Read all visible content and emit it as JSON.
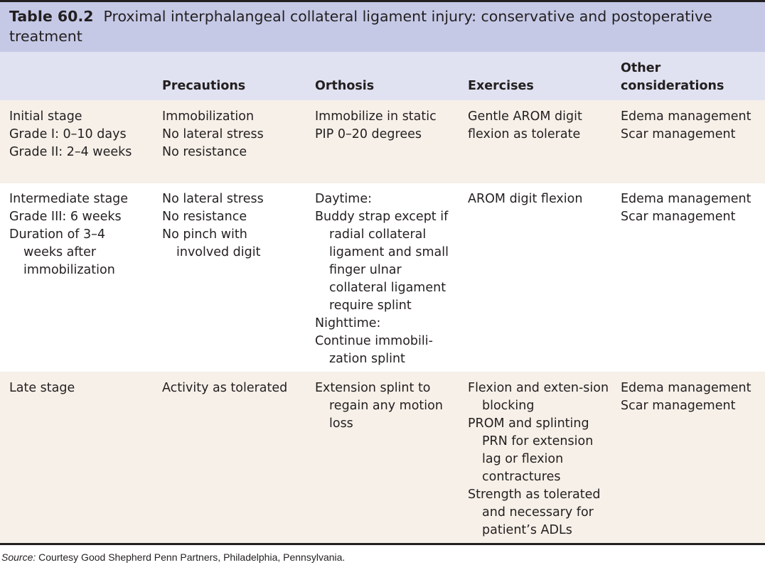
{
  "table": {
    "label": "Table 60.2",
    "title": "Proximal interphalangeal collateral ligament injury: conservative and postoperative treatment",
    "columns": [
      "",
      "Precautions",
      "Orthosis",
      "Exercises",
      "Other considerations"
    ],
    "rows": [
      [
        [
          "Initial stage",
          "Grade I: 0–10 days",
          "Grade II: 2–4 weeks"
        ],
        [
          "Immobilization",
          "No lateral stress",
          "No resistance"
        ],
        [
          "Immobilize in static",
          "PIP 0–20 degrees"
        ],
        [
          "Gentle AROM digit",
          "flexion as tolerate"
        ],
        [
          "Edema management",
          "Scar management"
        ]
      ],
      [
        [
          "Intermediate stage",
          "Grade III: 6 weeks",
          "Duration of 3–4 weeks after immobilization"
        ],
        [
          "No lateral stress",
          "No resistance",
          "No pinch with involved digit"
        ],
        [
          "Daytime:",
          "Buddy strap except if radial collateral ligament and small finger ulnar collateral ligament require splint",
          "Nighttime:",
          "Continue immobili-zation splint"
        ],
        [
          "AROM digit flexion"
        ],
        [
          "Edema management",
          "Scar management"
        ]
      ],
      [
        [
          "Late stage"
        ],
        [
          "Activity as tolerated"
        ],
        [
          "Extension splint to regain any motion loss"
        ],
        [
          "Flexion and exten-sion blocking",
          "PROM and splinting PRN for extension lag or flexion contractures",
          "Strength as tolerated and necessary for patient’s ADLs"
        ],
        [
          "Edema management",
          "Scar management"
        ]
      ]
    ]
  },
  "source": {
    "label": "Source:",
    "text": "Courtesy Good Shepherd Penn Partners, Philadelphia, Pennsylvania."
  },
  "colors": {
    "title_bg": "#c5c9e6",
    "header_bg": "#e0e2f1",
    "band_bg": "#f6f0e8",
    "rule": "#231f20"
  }
}
